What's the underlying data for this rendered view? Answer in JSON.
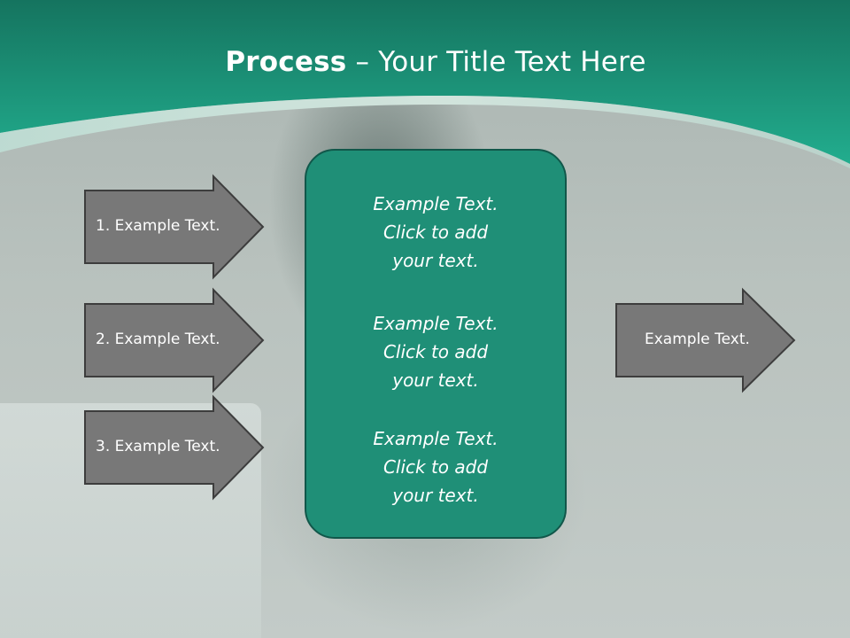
{
  "slide": {
    "title_bold": "Process",
    "title_rest": " – Your Title Text Here"
  },
  "left_arrows": [
    {
      "label": "1. Example Text."
    },
    {
      "label": "2. Example Text."
    },
    {
      "label": "3. Example Text."
    }
  ],
  "center_box": {
    "blocks": [
      {
        "line1": "Example Text.",
        "line2": "Click  to add",
        "line3": "your text."
      },
      {
        "line1": "Example Text.",
        "line2": "Click  to add",
        "line3": "your text."
      },
      {
        "line1": "Example Text.",
        "line2": "Click  to add",
        "line3": "your text."
      }
    ]
  },
  "right_arrow": {
    "label": "Example Text."
  },
  "colors": {
    "header_teal": "#1a9b80",
    "box_fill": "#1f8f77",
    "arrow_fill": "#777777"
  }
}
